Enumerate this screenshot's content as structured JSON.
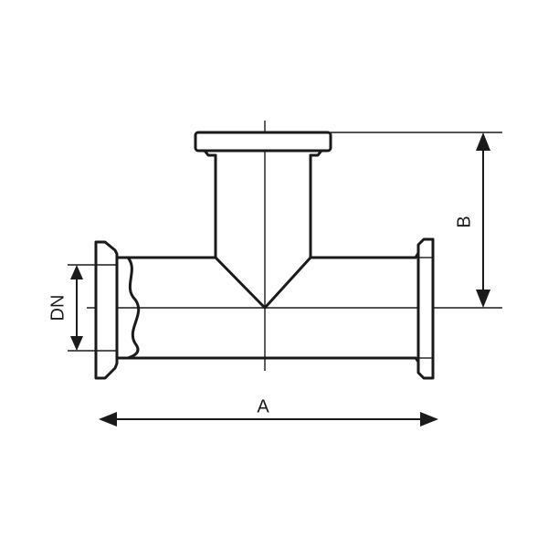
{
  "labels": {
    "dn": "DN",
    "b": "B",
    "a": "A"
  }
}
